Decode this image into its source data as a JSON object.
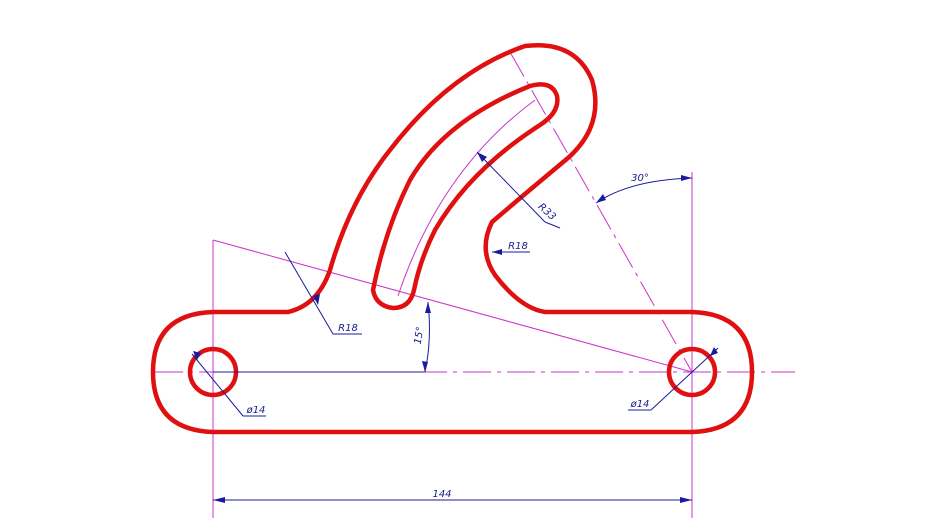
{
  "drawing": {
    "dimensions": {
      "overall_length": "144",
      "angle_30": "30°",
      "angle_15": "15°",
      "radius_slot": "R33",
      "radius_inner": "R18",
      "radius_fillet": "R18",
      "hole_left": "ø14",
      "hole_right": "ø14"
    },
    "colors": {
      "outline": "#e01010",
      "dimension": "#1a1a9c",
      "construction": "#cc33cc"
    }
  }
}
